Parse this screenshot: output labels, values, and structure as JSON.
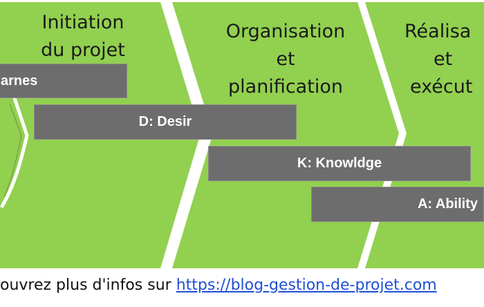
{
  "phases": [
    {
      "title_lines": [
        "Initiation",
        "du projet"
      ]
    },
    {
      "title_lines": [
        "Organisation",
        "et",
        "planification"
      ]
    },
    {
      "title_lines": [
        "Réalisa",
        "et",
        "exécut"
      ]
    }
  ],
  "bars": [
    {
      "label": "arnes"
    },
    {
      "label": "D: Desir"
    },
    {
      "label": "K: Knowldge"
    },
    {
      "label": "A: Ability"
    }
  ],
  "footer": {
    "prefix": "ouvrez plus d'infos sur ",
    "link_text": "https://blog-gestion-de-projet.com"
  },
  "colors": {
    "chevron_fill": "#92d050",
    "bar_fill": "#6d6d6d",
    "link": "#1f4fd6"
  }
}
